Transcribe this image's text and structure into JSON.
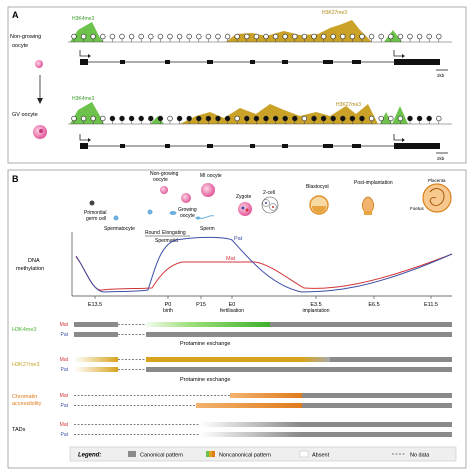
{
  "panel_a": {
    "label": "A",
    "row1": {
      "cell_label": [
        "Non-growing",
        "oocyte"
      ],
      "h3k4_label": "H3K4me3",
      "h3k27_label": "H3K27me3",
      "scale": "2kb"
    },
    "row2": {
      "cell_label": "GV oocyte",
      "h3k4_label": "H3K4me3",
      "h3k27_label": "H3K27me3",
      "scale": "2kb"
    }
  },
  "panel_b": {
    "label": "B",
    "stages": {
      "primordial": [
        "Primordial",
        "germ cell"
      ],
      "spermatocyte": "Spermatocyte",
      "round": "Round",
      "elongating": "Elongating",
      "spermatid": "Spermatid",
      "sperm": "Sperm",
      "nongrowing": [
        "Non-growing",
        "oocyte"
      ],
      "growing": [
        "Growing",
        "oocyte"
      ],
      "mi": "MI oocyte",
      "zygote": "Zygote",
      "twocell": "2-cell",
      "blastocyst": "Blastocyst",
      "postimpl": "Post-implantation",
      "placenta": "Placenta",
      "foetus": "Foetus"
    },
    "methylation": {
      "ylabel": [
        "DNA",
        "methylation"
      ],
      "mat_label": "Mat",
      "pat_label": "Pat",
      "ticks": [
        {
          "label": "E13.5",
          "sub": ""
        },
        {
          "label": "P0",
          "sub": "birth"
        },
        {
          "label": "P15",
          "sub": ""
        },
        {
          "label": "E0",
          "sub": "fertilisation"
        },
        {
          "label": "E3.5",
          "sub": "implantation"
        },
        {
          "label": "E6.5",
          "sub": ""
        },
        {
          "label": "E11.5",
          "sub": ""
        }
      ]
    },
    "tracks": {
      "h3k4": {
        "label": "H3K4me3",
        "mat": "Mat",
        "pat": "Pat",
        "note": "Protamine exchange"
      },
      "h3k27": {
        "label": "H3K27me3",
        "mat": "Mat",
        "pat": "Pat",
        "note": "Protamine exchange"
      },
      "chromatin": {
        "label": [
          "Chromatin",
          "accessibility"
        ],
        "mat": "Mat",
        "pat": "Pat"
      },
      "tads": {
        "label": "TADs",
        "mat": "Mat",
        "pat": "Pat"
      }
    },
    "legend": {
      "title": "Legend:",
      "canonical": "Canonical pattern",
      "noncanonical": "Noncanonical pattern",
      "absent": "Absent",
      "nodata": "No data"
    }
  },
  "colors": {
    "h3k4": "#6cc24a",
    "h3k27": "#c9a227",
    "chromatin": "#e07b1c",
    "mat": "#d2353a",
    "pat": "#3d4fa6",
    "canonical": "#8a8a8a",
    "orange_text": "#e07b1c"
  }
}
